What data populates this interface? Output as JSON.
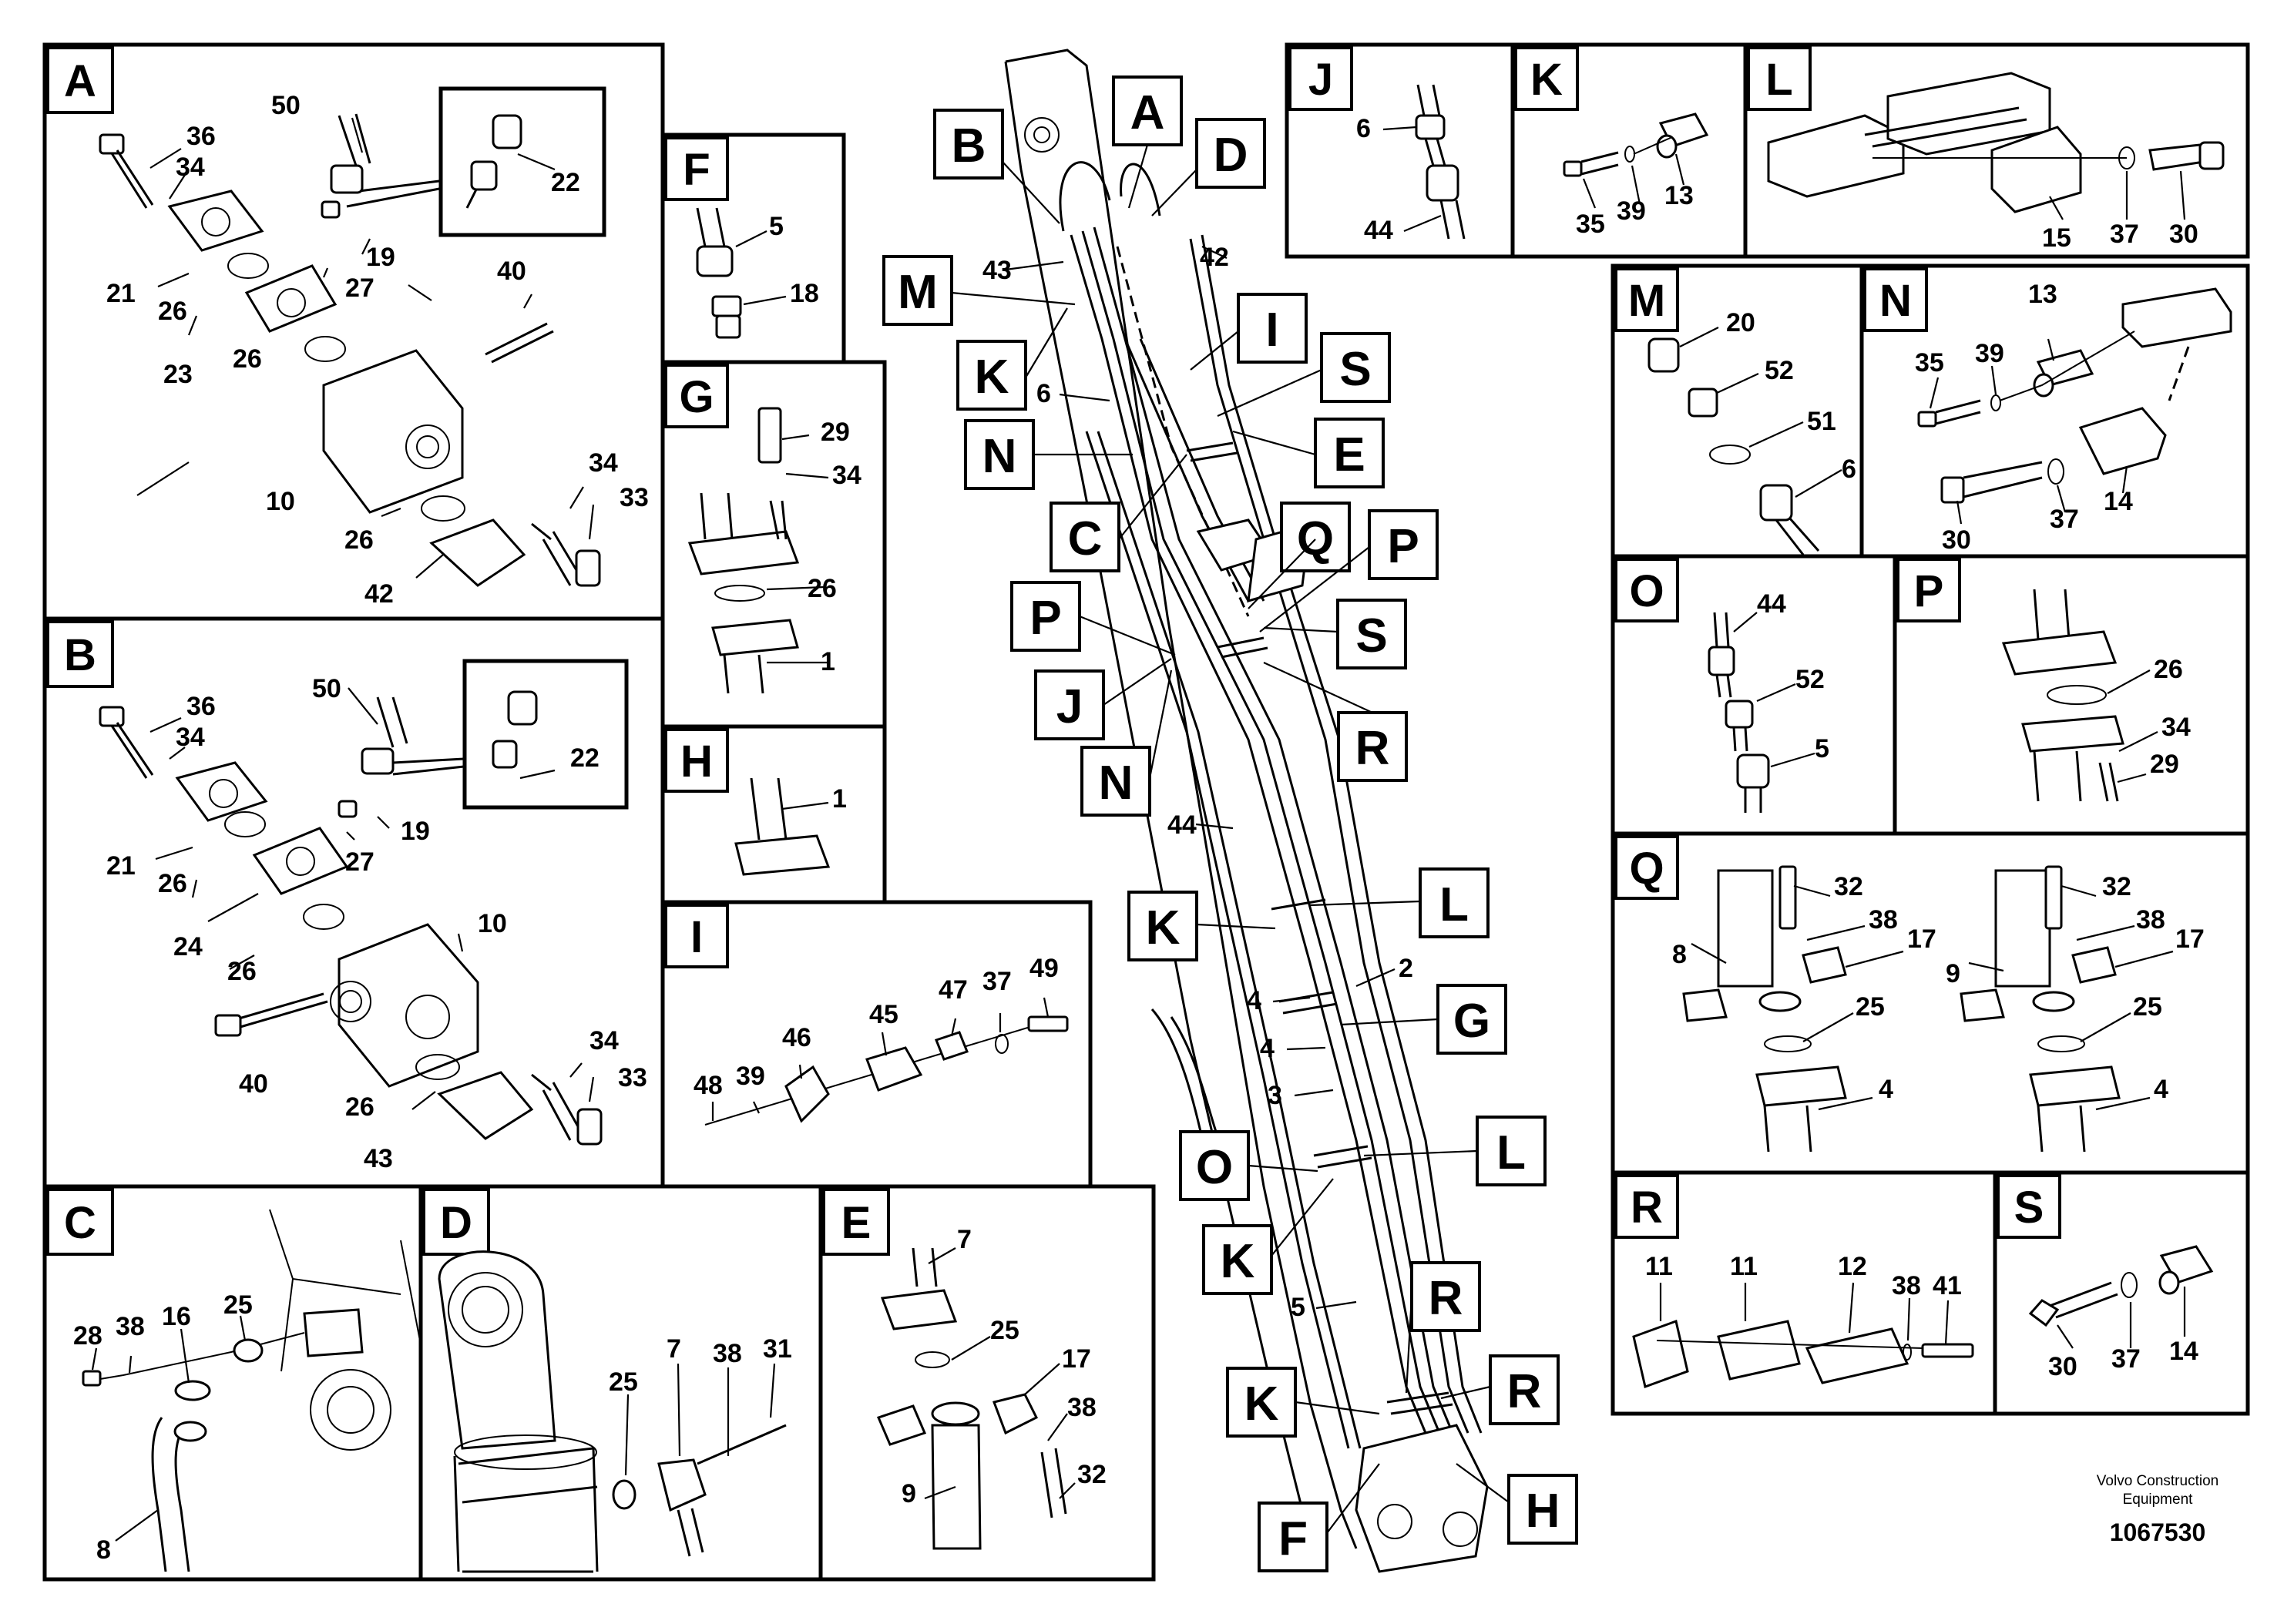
{
  "diagram": {
    "footer": {
      "brand_line1": "Volvo Construction",
      "brand_line2": "Equipment",
      "doc_number": "1067530"
    },
    "panels": {
      "A": {
        "letter": "A",
        "parts": [
          "36",
          "34",
          "50",
          "22",
          "19",
          "21",
          "26",
          "27",
          "40",
          "23",
          "26",
          "10",
          "34",
          "33",
          "26",
          "42"
        ]
      },
      "B": {
        "letter": "B",
        "parts": [
          "36",
          "34",
          "50",
          "22",
          "19",
          "21",
          "26",
          "27",
          "24",
          "10",
          "26",
          "40",
          "34",
          "33",
          "26",
          "43"
        ]
      },
      "C": {
        "letter": "C",
        "parts": [
          "28",
          "38",
          "16",
          "25",
          "8"
        ]
      },
      "D": {
        "letter": "D",
        "parts": [
          "25",
          "7",
          "38",
          "31"
        ]
      },
      "E": {
        "letter": "E",
        "parts": [
          "7",
          "25",
          "17",
          "38",
          "9",
          "32"
        ]
      },
      "F": {
        "letter": "F",
        "parts": [
          "5",
          "18"
        ]
      },
      "G": {
        "letter": "G",
        "parts": [
          "29",
          "34",
          "26",
          "1"
        ]
      },
      "H": {
        "letter": "H",
        "parts": [
          "1"
        ]
      },
      "I": {
        "letter": "I",
        "parts": [
          "48",
          "39",
          "46",
          "45",
          "47",
          "37",
          "49"
        ]
      },
      "J": {
        "letter": "J",
        "parts": [
          "6",
          "44"
        ]
      },
      "K": {
        "letter": "K",
        "parts": [
          "35",
          "39",
          "13"
        ]
      },
      "L": {
        "letter": "L",
        "parts": [
          "15",
          "37",
          "30"
        ]
      },
      "M": {
        "letter": "M",
        "parts": [
          "20",
          "52",
          "51",
          "6"
        ]
      },
      "N": {
        "letter": "N",
        "parts": [
          "35",
          "39",
          "13",
          "30",
          "37",
          "14"
        ]
      },
      "O": {
        "letter": "O",
        "parts": [
          "44",
          "52",
          "5"
        ]
      },
      "P": {
        "letter": "P",
        "parts": [
          "26",
          "34",
          "29"
        ]
      },
      "Q": {
        "letter": "Q",
        "parts": [
          "32",
          "38",
          "8",
          "17",
          "25",
          "4",
          "32",
          "38",
          "9",
          "17",
          "25",
          "4"
        ]
      },
      "R": {
        "letter": "R",
        "parts": [
          "11",
          "11",
          "12",
          "38",
          "41"
        ]
      },
      "S": {
        "letter": "S",
        "parts": [
          "30",
          "37",
          "14"
        ]
      }
    },
    "overview": {
      "callouts": [
        "B",
        "A",
        "D",
        "M",
        "K",
        "N",
        "C",
        "I",
        "S",
        "E",
        "Q",
        "P",
        "P",
        "S",
        "J",
        "R",
        "N",
        "K",
        "L",
        "G",
        "L",
        "O",
        "K",
        "R",
        "R",
        "K",
        "F",
        "H"
      ],
      "parts": [
        "43",
        "42",
        "6",
        "44",
        "4",
        "2",
        "4",
        "3",
        "5"
      ]
    }
  }
}
